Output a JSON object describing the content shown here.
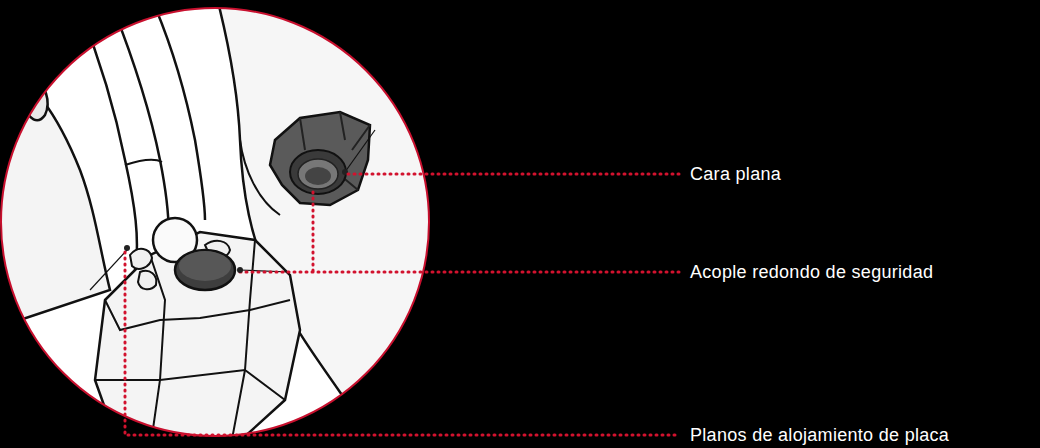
{
  "diagram": {
    "labels": [
      "Cara plana",
      "Acople redondo de seguridad",
      "Planos de alojamiento de placa"
    ]
  }
}
